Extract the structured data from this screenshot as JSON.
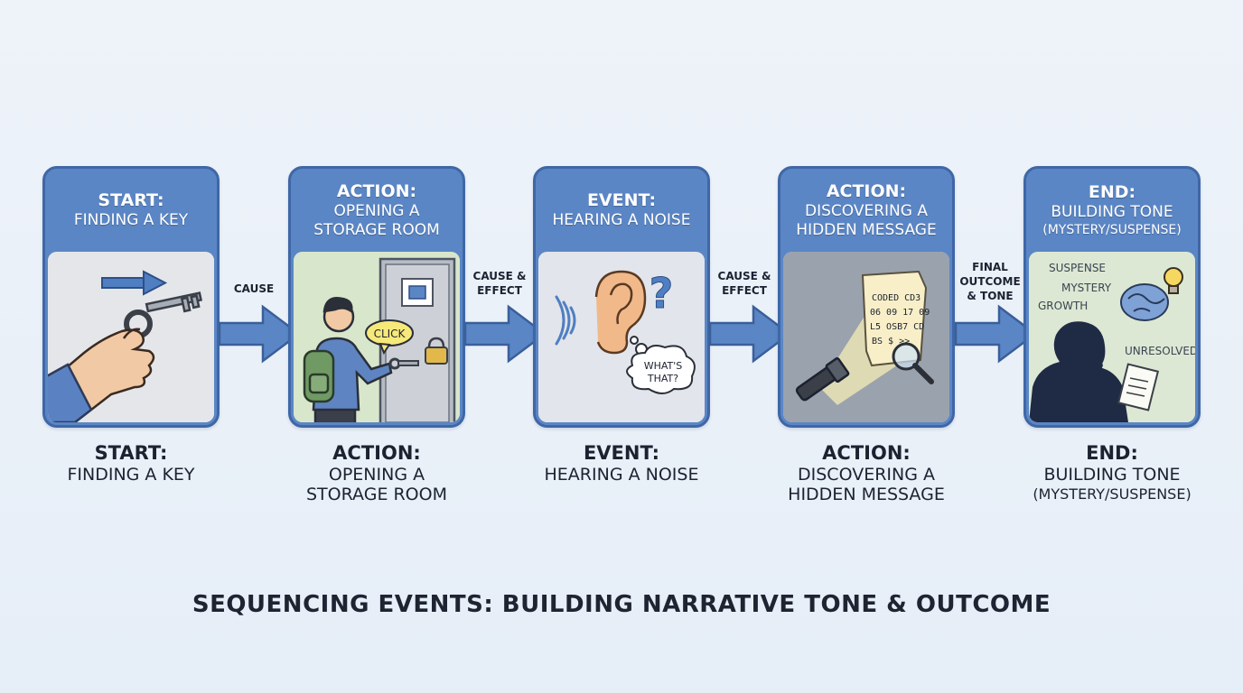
{
  "title": "SEQUENCING EVENTS: BUILDING NARRATIVE TONE & OUTCOME",
  "colors": {
    "accent": "#5b86c5",
    "border": "#3f67a6",
    "background": "#e9f0f9"
  },
  "stages": [
    {
      "line1": "START:",
      "line2": "FINDING A KEY",
      "line3": "",
      "pic": "hand-holding-key"
    },
    {
      "line1": "ACTION:",
      "line2": "OPENING A",
      "line3": "STORAGE ROOM",
      "pic": "person-unlocking-door",
      "bubble": "CLICK"
    },
    {
      "line1": "EVENT:",
      "line2": "HEARING A NOISE",
      "line3": "",
      "pic": "ear-question",
      "bubble": "WHAT'S THAT?"
    },
    {
      "line1": "ACTION:",
      "line2": "DISCOVERING A",
      "line3": "HIDDEN MESSAGE",
      "pic": "flashlight-note",
      "note": [
        "CODED CD3",
        "06 09 17 09",
        "L5 OSB7 CD",
        "BS $ >>_"
      ]
    },
    {
      "line1": "END:",
      "line2": "BUILDING TONE",
      "line3": "(MYSTERY/SUSPENSE)",
      "pic": "thinking-silhouette",
      "words": [
        "SUSPENSE",
        "MYSTERY",
        "GROWTH",
        "UNRESOLVED"
      ]
    }
  ],
  "connectors": [
    {
      "line1": "CAUSE",
      "line2": ""
    },
    {
      "line1": "CAUSE &",
      "line2": "EFFECT"
    },
    {
      "line1": "CAUSE &",
      "line2": "EFFECT"
    },
    {
      "line1": "FINAL",
      "line2": "OUTCOME",
      "line3": "& TONE"
    }
  ]
}
